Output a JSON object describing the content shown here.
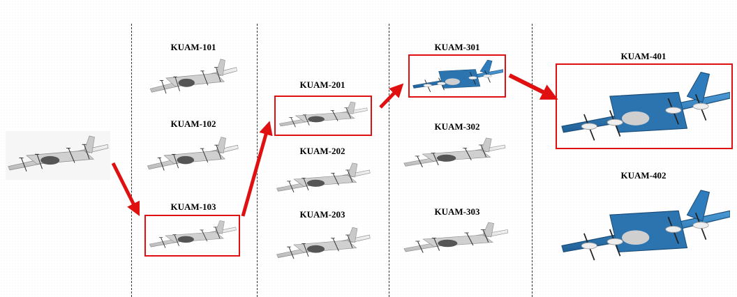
{
  "labels": {
    "k101": "KUAM-101",
    "k102": "KUAM-102",
    "k103": "KUAM-103",
    "k201": "KUAM-201",
    "k202": "KUAM-202",
    "k203": "KUAM-203",
    "k301": "KUAM-301",
    "k302": "KUAM-302",
    "k303": "KUAM-303",
    "k401": "KUAM-401",
    "k402": "KUAM-402"
  },
  "highlighted": [
    "KUAM-103",
    "KUAM-201",
    "KUAM-301",
    "KUAM-401"
  ],
  "colors": {
    "highlight": "#e01010",
    "arrow": "#e01010",
    "blue_variant": "#2a78b8",
    "grey_variant": "#d8d8d8"
  }
}
